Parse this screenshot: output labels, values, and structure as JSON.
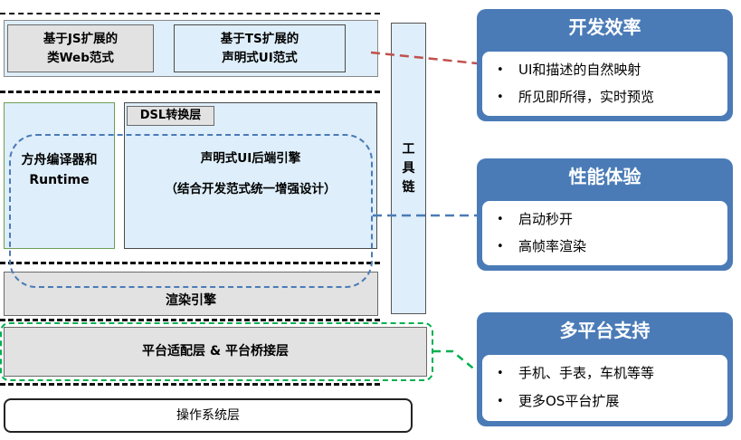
{
  "left": {
    "js_paradigm": [
      "基于JS扩展的",
      "类Web范式"
    ],
    "ts_paradigm": [
      "基于TS扩展的",
      "声明式UI范式"
    ],
    "dsl_layer": "DSL转换层",
    "compiler_runtime": [
      "方舟编译器和",
      "Runtime"
    ],
    "ui_backend": [
      "声明式UI后端引擎",
      "（结合开发范式统一增强设计）"
    ],
    "render_engine": "渲染引擎",
    "toolchain": [
      "工",
      "具",
      "链"
    ],
    "platform_layer": "平台适配层 & 平台桥接层",
    "os_layer": "操作系统层"
  },
  "panels": [
    {
      "title": "开发效率",
      "items": [
        "UI和描述的自然映射",
        "所见即所得，实时预览"
      ]
    },
    {
      "title": "性能体验",
      "items": [
        "启动秒开",
        "高帧率渲染"
      ]
    },
    {
      "title": "多平台支持",
      "items": [
        "手机、手表，车机等等",
        "更多OS平台扩展"
      ]
    }
  ],
  "colors": {
    "panel_blue": "#4a7bb7",
    "light_blue": "#deeefa",
    "connector_red": "#c0504d",
    "connector_blue": "#4a7bb7",
    "connector_green": "#00b050"
  }
}
